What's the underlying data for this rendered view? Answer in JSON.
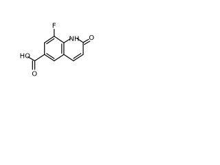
{
  "molecule": {
    "labels": {
      "fluorine": "F",
      "nh": "NH",
      "carbonyl_oxygen": "O",
      "acid_group": "HO",
      "acid_carbonyl_oxygen": "O"
    }
  }
}
